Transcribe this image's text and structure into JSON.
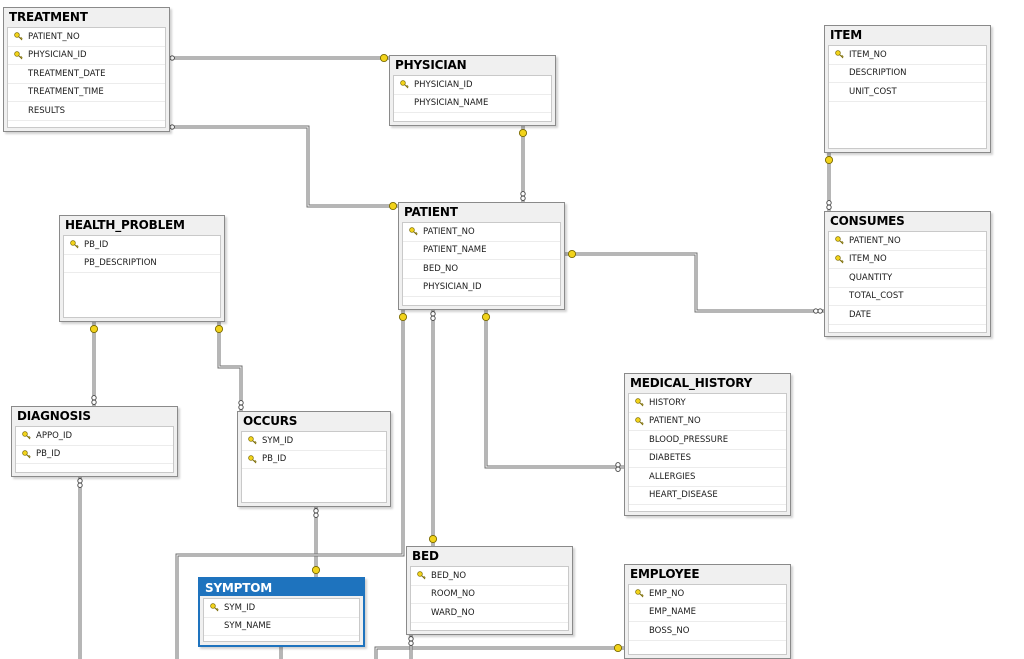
{
  "tables": [
    {
      "id": "TREATMENT",
      "title": "TREATMENT",
      "selected": false,
      "columns": [
        {
          "name": "PATIENT_NO",
          "pk": true
        },
        {
          "name": "PHYSICIAN_ID",
          "pk": true
        },
        {
          "name": "TREATMENT_DATE",
          "pk": false
        },
        {
          "name": "TREATMENT_TIME",
          "pk": false
        },
        {
          "name": "RESULTS",
          "pk": false
        }
      ]
    },
    {
      "id": "PHYSICIAN",
      "title": "PHYSICIAN",
      "selected": false,
      "columns": [
        {
          "name": "PHYSICIAN_ID",
          "pk": true
        },
        {
          "name": "PHYSICIAN_NAME",
          "pk": false
        }
      ]
    },
    {
      "id": "ITEM",
      "title": "ITEM",
      "selected": false,
      "columns": [
        {
          "name": "ITEM_NO",
          "pk": true
        },
        {
          "name": "DESCRIPTION",
          "pk": false
        },
        {
          "name": "UNIT_COST",
          "pk": false
        }
      ]
    },
    {
      "id": "HEALTH_PROBLEM",
      "title": "HEALTH_PROBLEM",
      "selected": false,
      "columns": [
        {
          "name": "PB_ID",
          "pk": true
        },
        {
          "name": "PB_DESCRIPTION",
          "pk": false
        }
      ]
    },
    {
      "id": "PATIENT",
      "title": "PATIENT",
      "selected": false,
      "columns": [
        {
          "name": "PATIENT_NO",
          "pk": true
        },
        {
          "name": "PATIENT_NAME",
          "pk": false
        },
        {
          "name": "BED_NO",
          "pk": false
        },
        {
          "name": "PHYSICIAN_ID",
          "pk": false
        }
      ]
    },
    {
      "id": "CONSUMES",
      "title": "CONSUMES",
      "selected": false,
      "columns": [
        {
          "name": "PATIENT_NO",
          "pk": true
        },
        {
          "name": "ITEM_NO",
          "pk": true
        },
        {
          "name": "QUANTITY",
          "pk": false
        },
        {
          "name": "TOTAL_COST",
          "pk": false
        },
        {
          "name": "DATE",
          "pk": false
        }
      ]
    },
    {
      "id": "MEDICAL_HISTORY",
      "title": "MEDICAL_HISTORY",
      "selected": false,
      "columns": [
        {
          "name": "HISTORY",
          "pk": true
        },
        {
          "name": "PATIENT_NO",
          "pk": true
        },
        {
          "name": "BLOOD_PRESSURE",
          "pk": false
        },
        {
          "name": "DIABETES",
          "pk": false
        },
        {
          "name": "ALLERGIES",
          "pk": false
        },
        {
          "name": "HEART_DISEASE",
          "pk": false
        }
      ]
    },
    {
      "id": "DIAGNOSIS",
      "title": "DIAGNOSIS",
      "selected": false,
      "columns": [
        {
          "name": "APPO_ID",
          "pk": true
        },
        {
          "name": "PB_ID",
          "pk": true
        }
      ]
    },
    {
      "id": "OCCURS",
      "title": "OCCURS",
      "selected": false,
      "columns": [
        {
          "name": "SYM_ID",
          "pk": true
        },
        {
          "name": "PB_ID",
          "pk": true
        }
      ]
    },
    {
      "id": "BED",
      "title": "BED",
      "selected": false,
      "columns": [
        {
          "name": "BED_NO",
          "pk": true
        },
        {
          "name": "ROOM_NO",
          "pk": false
        },
        {
          "name": "WARD_NO",
          "pk": false
        }
      ]
    },
    {
      "id": "EMPLOYEE",
      "title": "EMPLOYEE",
      "selected": false,
      "columns": [
        {
          "name": "EMP_NO",
          "pk": true
        },
        {
          "name": "EMP_NAME",
          "pk": false
        },
        {
          "name": "BOSS_NO",
          "pk": false
        }
      ]
    },
    {
      "id": "SYMPTOM",
      "title": "SYMPTOM",
      "selected": true,
      "columns": [
        {
          "name": "SYM_ID",
          "pk": true
        },
        {
          "name": "SYM_NAME",
          "pk": false
        }
      ]
    }
  ],
  "colors": {
    "line": "#6e6e6e",
    "key": "#f2d31b",
    "key_stroke": "#7a6a00",
    "selected": "#1e73be"
  },
  "icons": {
    "primary_key": "key-icon",
    "relationship_one": "key-icon",
    "relationship_many": "infinity-icon"
  }
}
